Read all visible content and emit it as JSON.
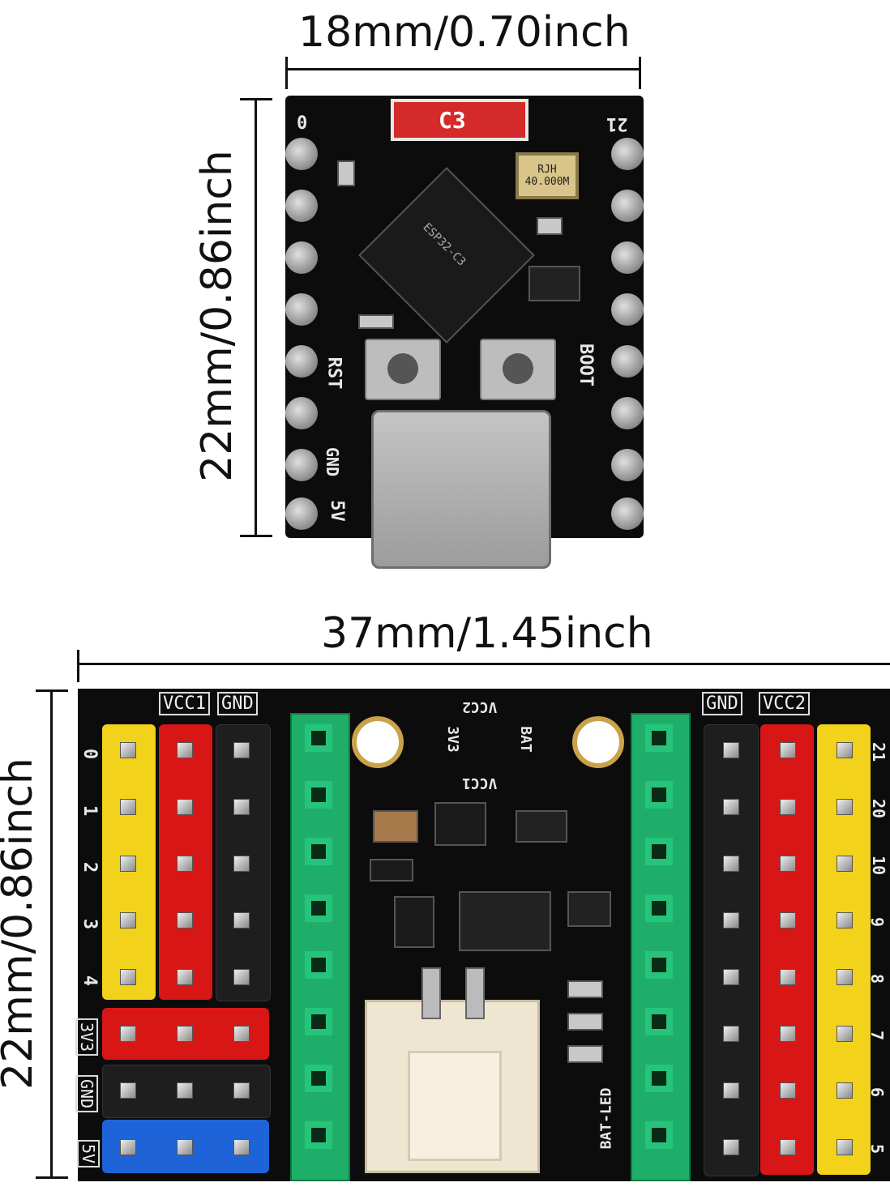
{
  "top_board": {
    "width_label": "18mm/0.70inch",
    "height_label": "22mm/0.86inch",
    "chip_label": "C3",
    "crystal_label": "RJH\n40.000M",
    "pin_left_top": "0",
    "pin_right_top": "21",
    "rst_label": "RST",
    "boot_label": "BOOT",
    "gnd_label": "GND",
    "five_v_label": "5V",
    "mcu_text": "ESP32-C3"
  },
  "bottom_board": {
    "width_label": "37mm/1.45inch",
    "height_label": "22mm/0.86inch",
    "vcc1_label": "VCC1",
    "gnd_label_left": "GND",
    "gnd_label_right": "GND",
    "vcc2_label": "VCC2",
    "side_labels_left": [
      "3V3",
      "GND",
      "5V"
    ],
    "pin_numbers_left": [
      "0",
      "1",
      "2",
      "3",
      "4"
    ],
    "pin_numbers_right": [
      "21",
      "20",
      "10",
      "9",
      "8",
      "7",
      "6",
      "5"
    ],
    "center_top_labels": [
      "VCC2",
      "3V3",
      "BAT",
      "VCC1"
    ],
    "bat_led_label": "BAT-LED"
  },
  "colors": {
    "yellow": "#f2d21a",
    "red": "#d81616",
    "black": "#1a1a1a",
    "blue": "#1f63d8",
    "green": "#1fae69"
  }
}
